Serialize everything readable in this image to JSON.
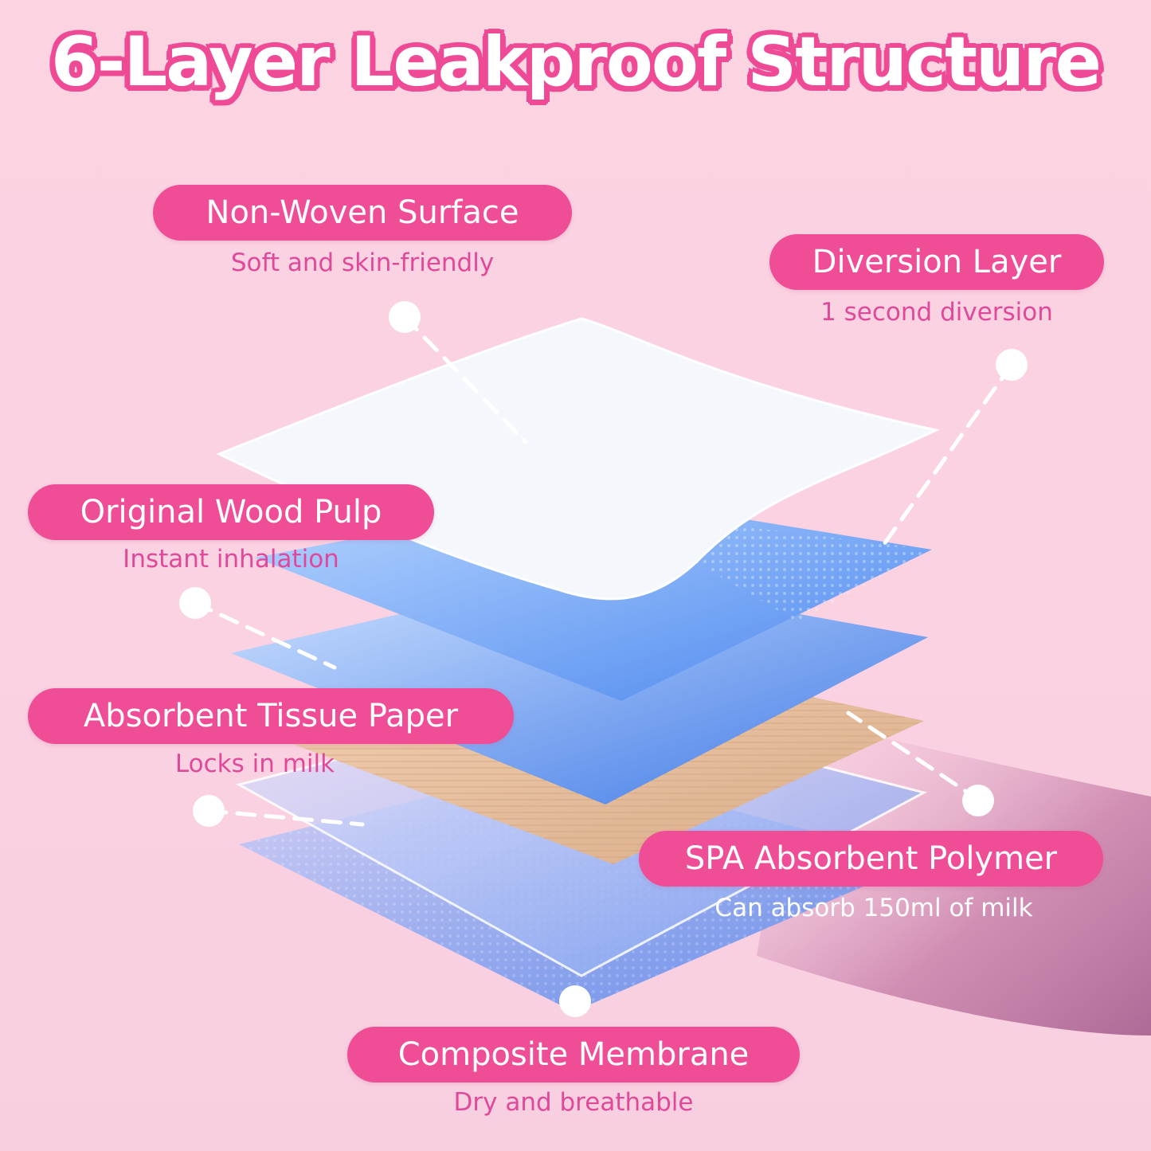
{
  "title": "6-Layer Leakproof Structure",
  "colors": {
    "background": "#fad2e2",
    "accent_pink": "#f04d97",
    "subtitle_pink": "#e0499a",
    "white": "#ffffff"
  },
  "layers": [
    {
      "name": "Non-Woven Surface",
      "description": "Soft and skin-friendly"
    },
    {
      "name": "Diversion Layer",
      "description": "1 second diversion"
    },
    {
      "name": "Original Wood Pulp",
      "description": "Instant inhalation"
    },
    {
      "name": "Absorbent Tissue Paper",
      "description": "Locks in milk"
    },
    {
      "name": "SPA Absorbent Polymer",
      "description": "Can absorb 150ml of milk"
    },
    {
      "name": "Composite Membrane",
      "description": "Dry and breathable"
    }
  ]
}
